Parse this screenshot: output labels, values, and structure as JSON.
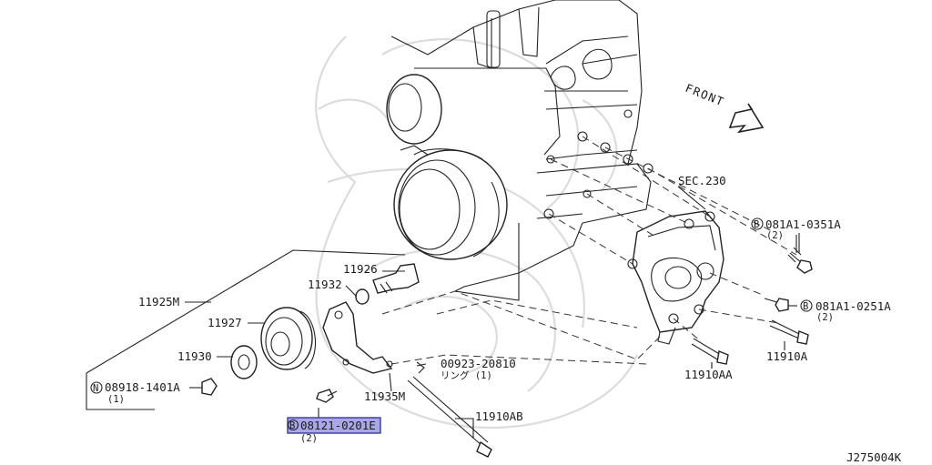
{
  "diagram": {
    "front_label": "FRONT",
    "sec_label": "SEC.230",
    "figure_code": "J275004K",
    "parts": [
      {
        "id": "11925m",
        "number": "11925M"
      },
      {
        "id": "11926",
        "number": "11926"
      },
      {
        "id": "11932",
        "number": "11932"
      },
      {
        "id": "11927",
        "number": "11927"
      },
      {
        "id": "11930",
        "number": "11930"
      },
      {
        "id": "nut",
        "prefix": "N",
        "number": "08918-1401A",
        "qty": "(1)"
      },
      {
        "id": "bolt-0201e",
        "prefix": "B",
        "number": "08121-0201E",
        "qty": "(2)",
        "highlighted": true
      },
      {
        "id": "11935m",
        "number": "11935M"
      },
      {
        "id": "ring",
        "number": "00923-20810",
        "sub": "リング (1)"
      },
      {
        "id": "11910ab",
        "number": "11910AB"
      },
      {
        "id": "11910aa",
        "number": "11910AA"
      },
      {
        "id": "11910a",
        "number": "11910A"
      },
      {
        "id": "bolt-0351a",
        "prefix": "B",
        "number": "081A1-0351A",
        "qty": "(2)"
      },
      {
        "id": "bolt-0251a",
        "prefix": "B",
        "number": "081A1-0251A",
        "qty": "(2)"
      }
    ]
  },
  "colors": {
    "highlight_fill": "#a9a8e6",
    "highlight_stroke": "#3b3a9c",
    "line": "#222222",
    "watermark": "#dcdcdc"
  }
}
